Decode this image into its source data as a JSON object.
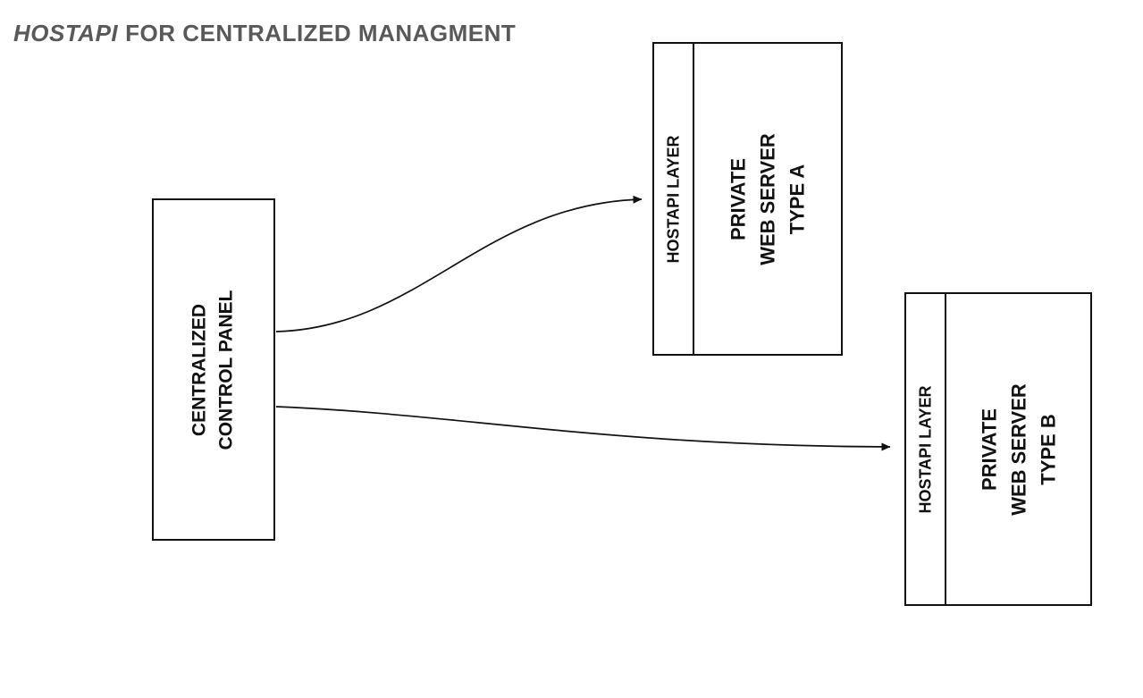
{
  "title": {
    "brand": "HOSTAPI",
    "rest": "FOR CENTRALIZED MANAGMENT"
  },
  "nodes": {
    "control_panel": {
      "lines": [
        "CENTRALIZED",
        "CONTROL PANEL"
      ]
    },
    "server_a": {
      "layer_label": "HOSTAPI LAYER",
      "lines": [
        "PRIVATE",
        "WEB SERVER",
        "TYPE A"
      ]
    },
    "server_b": {
      "layer_label": "HOSTAPI LAYER",
      "lines": [
        "PRIVATE",
        "WEB SERVER",
        "TYPE B"
      ]
    }
  },
  "colors": {
    "title": "#595959",
    "border": "#111111",
    "text": "#111111",
    "background": "#ffffff"
  }
}
